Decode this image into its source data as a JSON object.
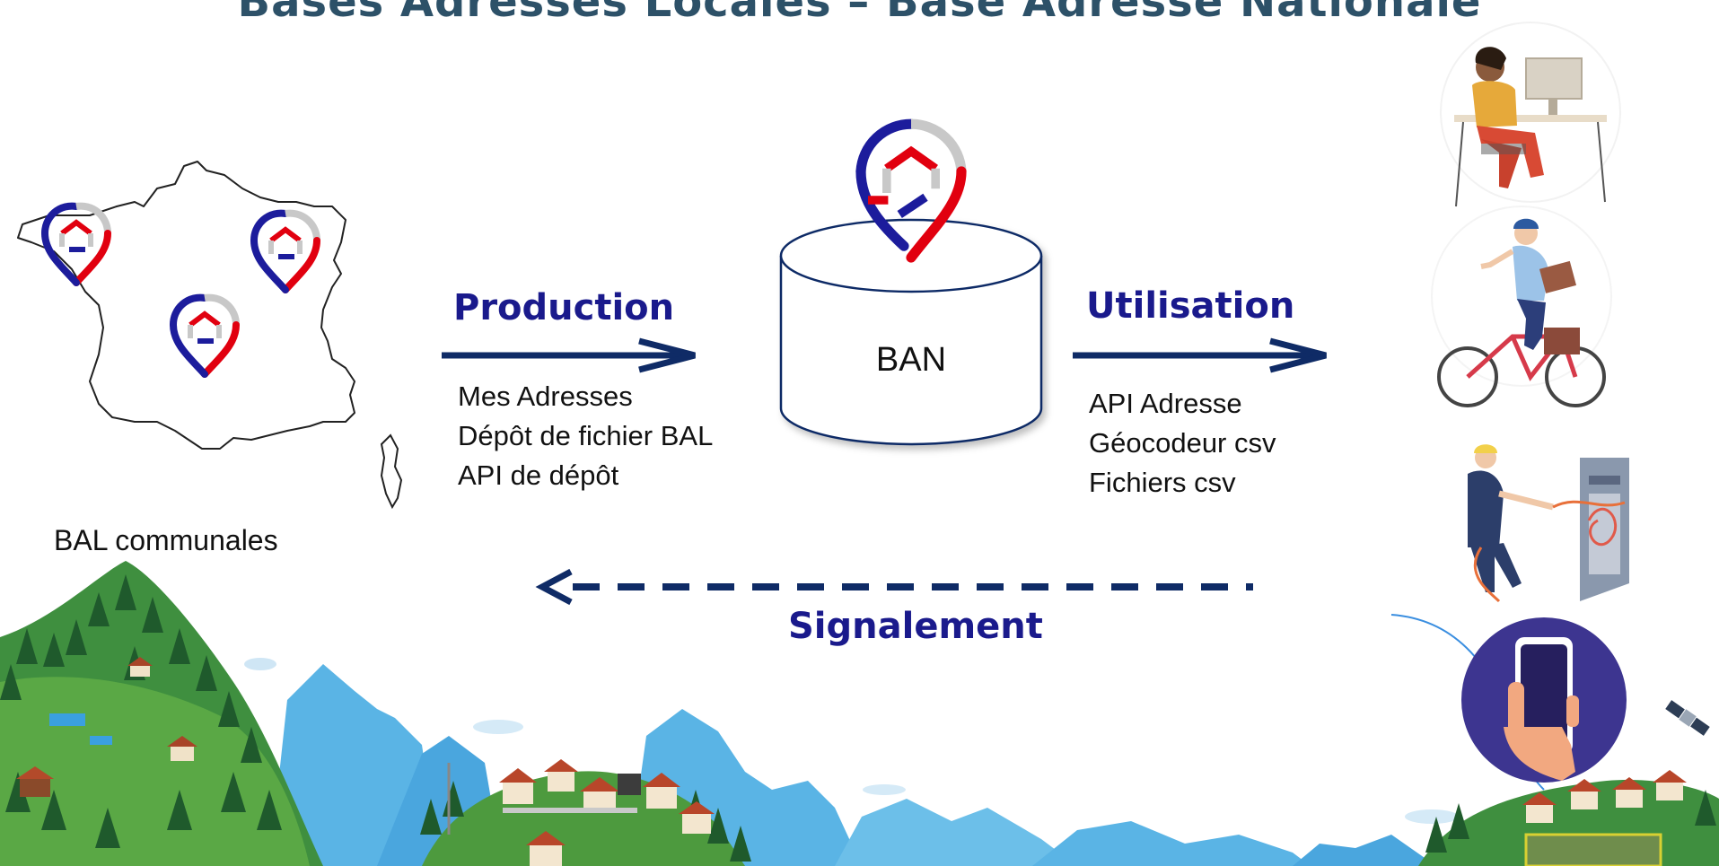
{
  "title": "Bases Adresses Locales – Base Adresse Nationale",
  "left": {
    "caption": "BAL communales"
  },
  "production": {
    "heading": "Production",
    "items": [
      "Mes Adresses",
      "Dépôt de fichier BAL",
      "API de dépôt"
    ]
  },
  "center": {
    "database_label": "BAN"
  },
  "utilisation": {
    "heading": "Utilisation",
    "items": [
      "API Adresse",
      "Géocodeur csv",
      "Fichiers csv"
    ]
  },
  "feedback": {
    "heading": "Signalement"
  },
  "colors": {
    "navy": "#0f2b66",
    "label_blue": "#1a1a8c",
    "logo_red": "#e1000f",
    "logo_blue": "#1c1c9c",
    "logo_gray": "#c8c8c8",
    "title": "#2d5168"
  },
  "icons": {
    "pin_logo": "address-pin-logo-icon",
    "users": [
      "office-worker-illustration",
      "cyclist-illustration",
      "technician-illustration",
      "smartphone-illustration"
    ]
  }
}
